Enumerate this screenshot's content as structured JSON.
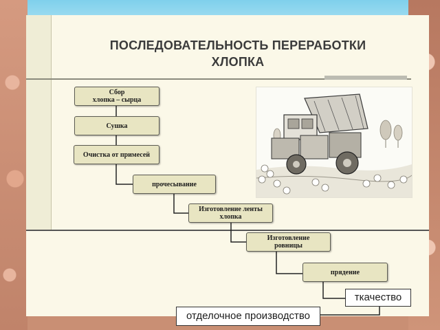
{
  "slide": {
    "title_line1": "ПОСЛЕДОВАТЕЛЬНОСТЬ ПЕРЕРАБОТКИ",
    "title_line2": "ХЛОПКА"
  },
  "steps": [
    {
      "line1": "Сбор",
      "line2": "хлопка – сырца"
    },
    {
      "label": "Сушка"
    },
    {
      "label": "Очистка от примесей"
    },
    {
      "label": "прочесывание"
    },
    {
      "line1": "Изготовление ленты",
      "line2": "хлопка"
    },
    {
      "line1": "Изготовление",
      "line2": "ровницы"
    },
    {
      "label": "прядение"
    },
    {
      "label": "ткачество"
    },
    {
      "label": "отделочное производство"
    }
  ],
  "image": {
    "icon": "cotton-harvester-illustration"
  },
  "colors": {
    "slide_background": "#fbf8e8",
    "box_fill": "#e8e5c2",
    "box_border": "#5b5b52",
    "title_color": "#3b3b3b"
  }
}
